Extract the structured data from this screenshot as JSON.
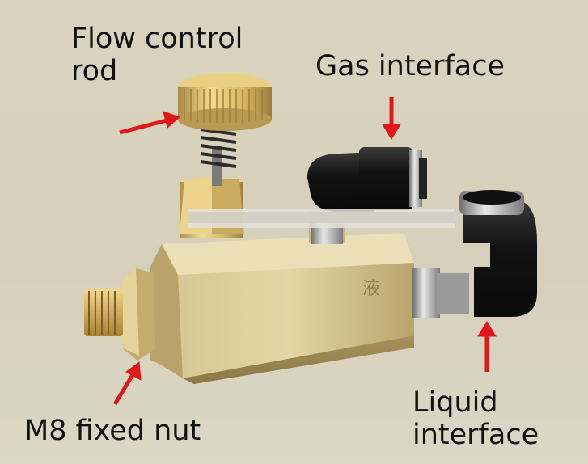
{
  "labels": {
    "flow_control": "Flow control rod",
    "gas_interface": "Gas interface",
    "liquid_interface": "Liquid interface",
    "m8_nut": "M8 fixed nut"
  },
  "stamp_char": "液",
  "colors": {
    "background": "#d8d2bd",
    "brass": "#c9b57c",
    "arrow": "#e01818",
    "fitting_black": "#1a1a1a"
  }
}
